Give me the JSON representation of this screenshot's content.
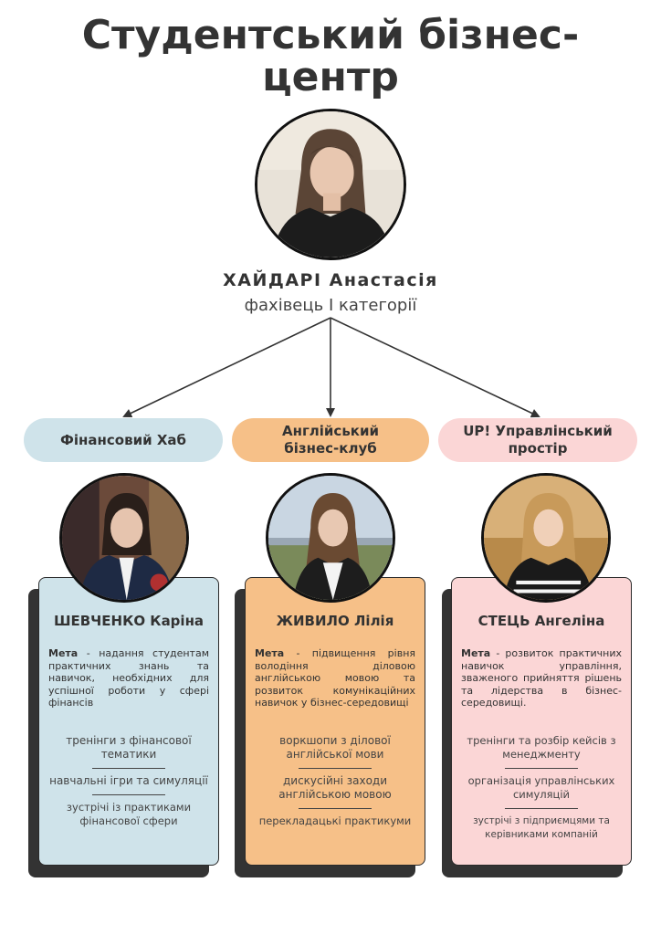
{
  "title": {
    "line1": "Студентський бізнес-",
    "line2": "центр"
  },
  "head": {
    "name": "ХАЙДАРІ Анастасія",
    "role": "фахівець І категорії",
    "photo_icon": "person-portrait-icon"
  },
  "colors": {
    "blue": "#cfe3ea",
    "orange": "#f6c088",
    "pink": "#fbd6d6",
    "dark": "#333333"
  },
  "departments": [
    {
      "label": "Фінансовий Хаб",
      "member": "ШЕВЧЕНКО Каріна",
      "goal_label": "Мета",
      "goal_text": " - надання студентам практичних знань та навичок, необхідних для успішної роботи у сфері фінансів",
      "activities": [
        "тренінги з фінансової тематики",
        "навчальні ігри та симуляції",
        "зустрічі із практиками фінансової сфери"
      ]
    },
    {
      "label": "Англійський бізнес-клуб",
      "member": "ЖИВИЛО Лілія",
      "goal_label": "Мета",
      "goal_text": " - підвищення рівня володіння діловою англійською мовою та розвиток комунікаційних навичок у бізнес-середовищі",
      "activities": [
        "воркшопи з ділової англійської мови",
        "дискусійні заходи англійською мовою",
        "перекладацькі практикуми"
      ]
    },
    {
      "label": "UP! Управлінський простір",
      "member": "СТЕЦЬ Ангеліна",
      "goal_label": "Мета",
      "goal_text": " - розвиток практичних навичок управління, зваженого прийняття рішень та лідерства в бізнес-середовищі.",
      "activities": [
        "тренінги та розбір кейсів з менеджменту",
        "організація управлінських симуляцій",
        "зустрічі з підприємцями та керівниками компаній"
      ]
    }
  ]
}
